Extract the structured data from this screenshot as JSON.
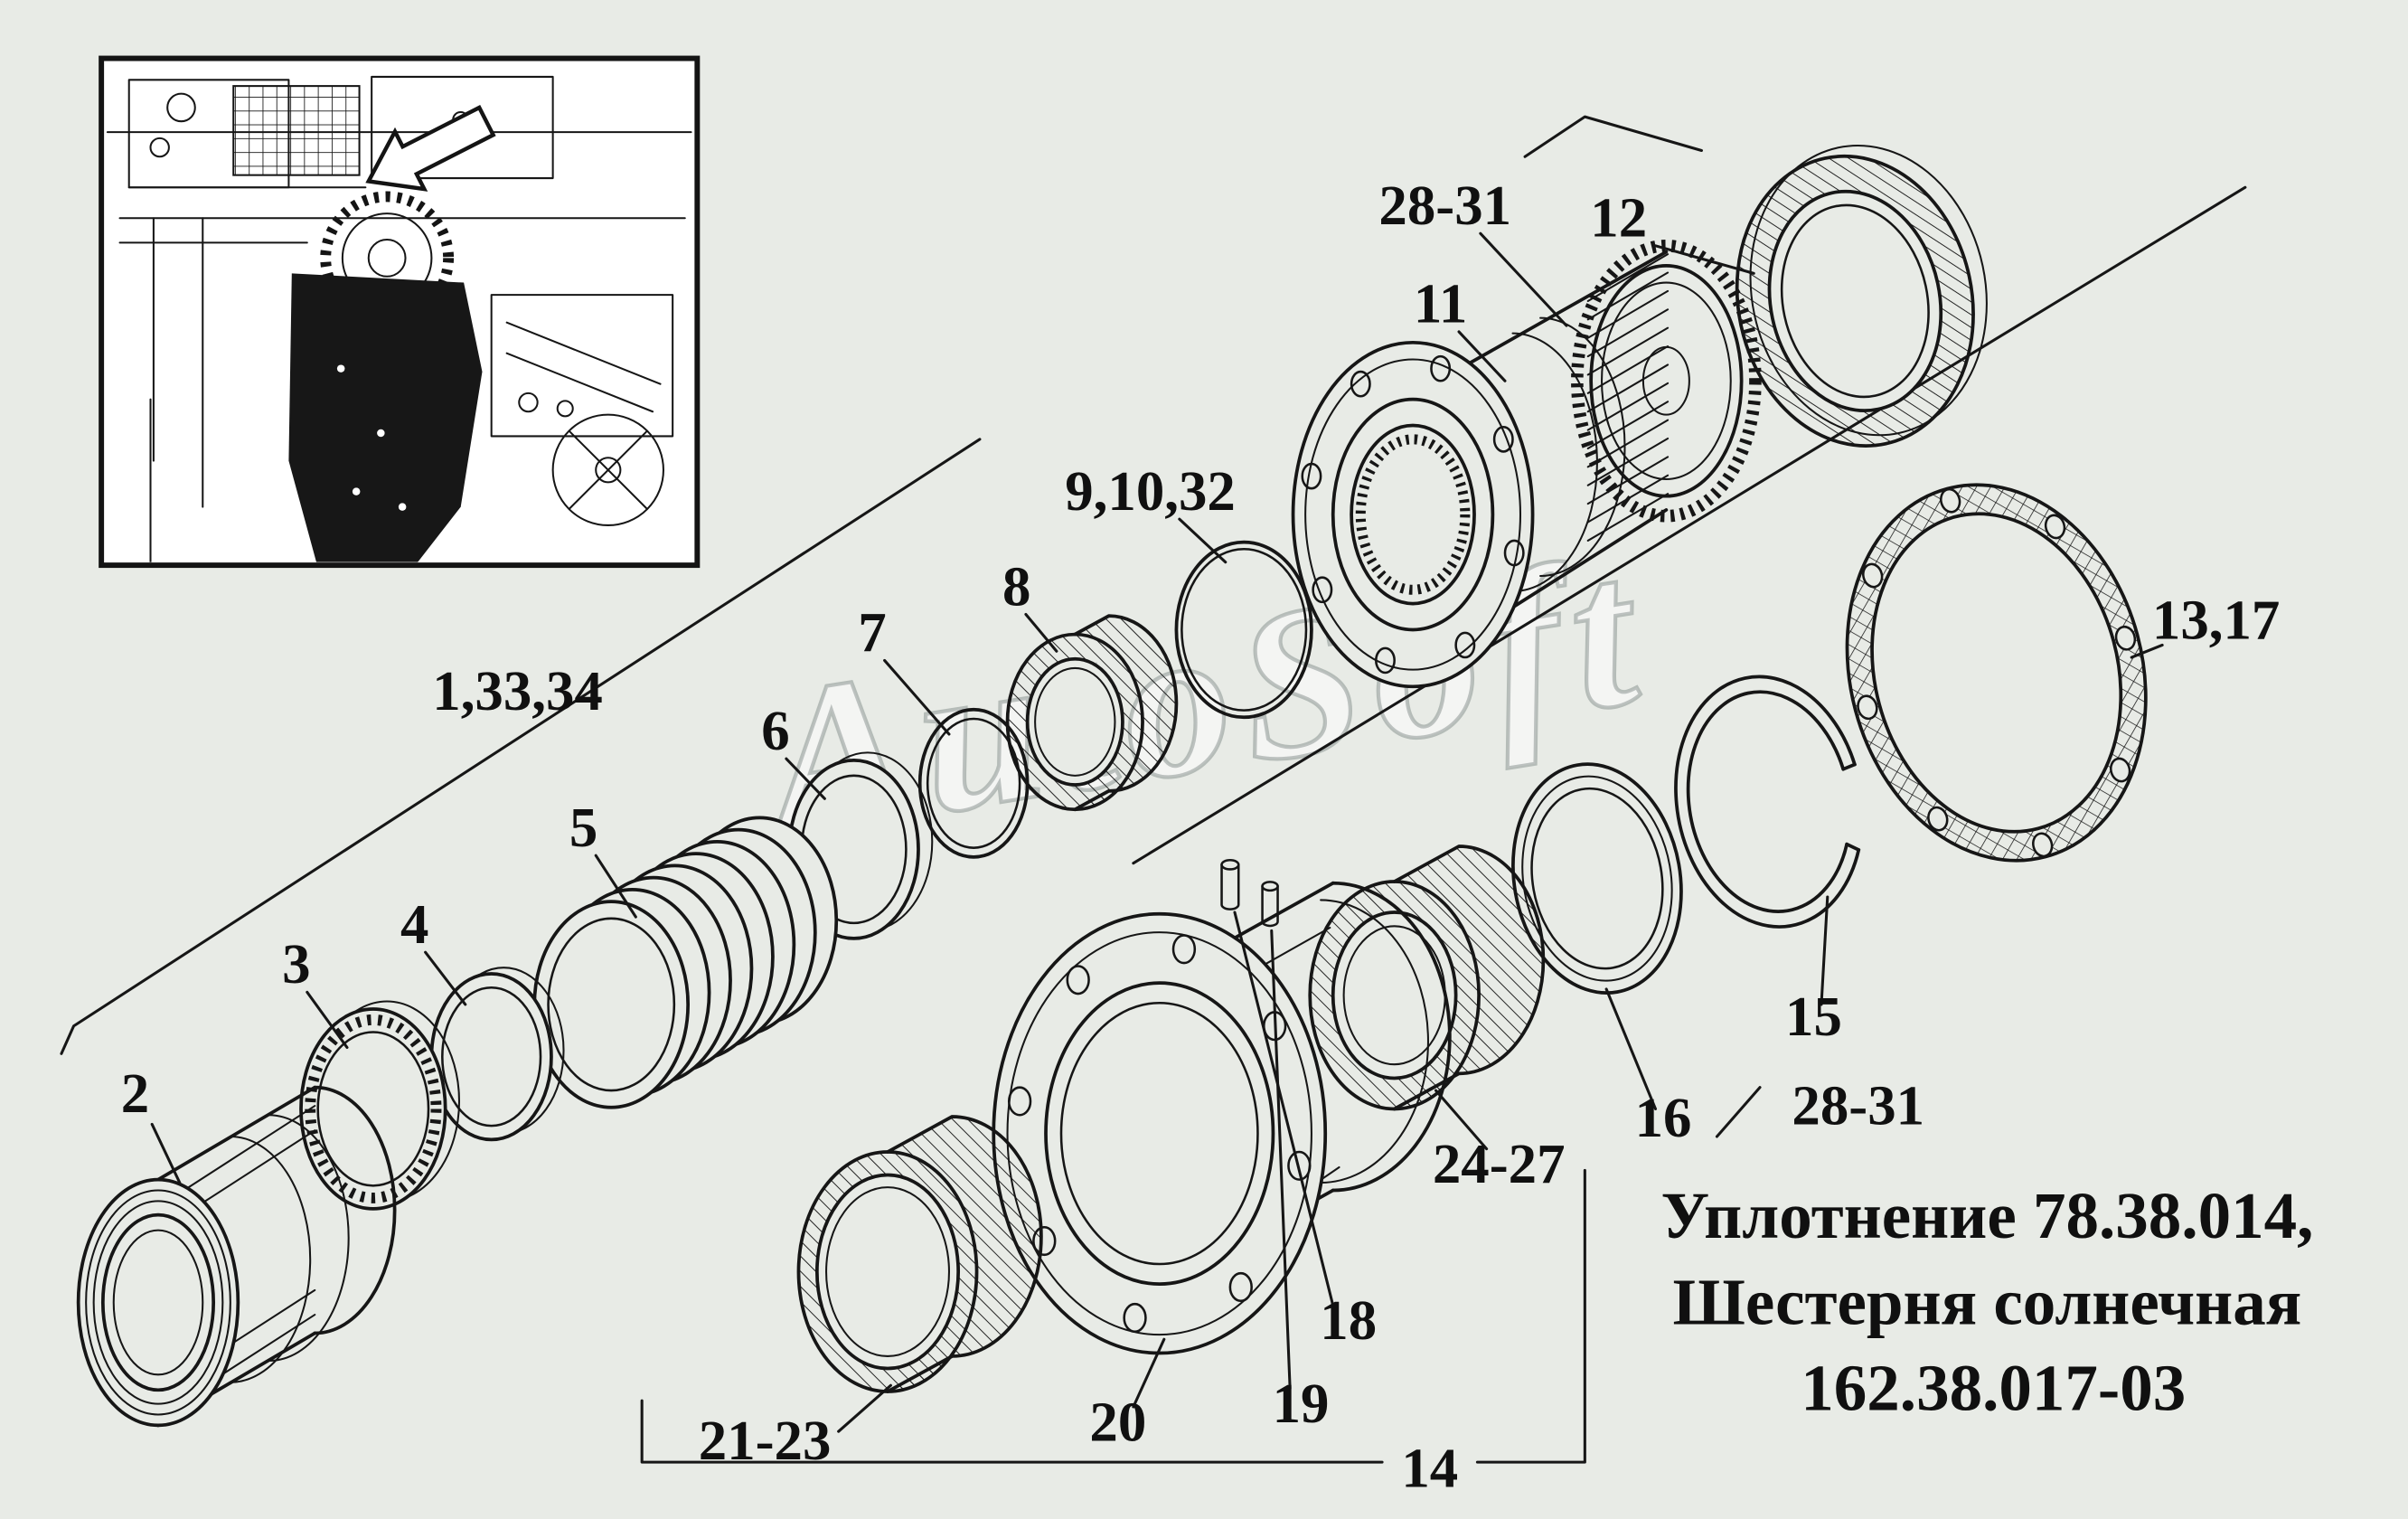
{
  "colors": {
    "background": "#e8ebe6",
    "ink": "#161616"
  },
  "watermark": {
    "text": "AutoSoft"
  },
  "callouts": {
    "group_main": "1,33,34",
    "p2": "2",
    "p3": "3",
    "p4": "4",
    "p5": "5",
    "p6": "6",
    "p7": "7",
    "p8": "8",
    "p9_10_32": "9,10,32",
    "p11": "11",
    "p28_31_top": "28-31",
    "p12": "12",
    "p13_17": "13,17",
    "p14": "14",
    "p15": "15",
    "p16": "16",
    "p28_31_bottom": "28-31",
    "p24_27": "24-27",
    "p18": "18",
    "p19": "19",
    "p20": "20",
    "p21_23": "21-23"
  },
  "caption": {
    "line1": "Уплотнение 78.38.014,",
    "line2": "Шестерня солнечная",
    "line3": "162.38.017-03"
  }
}
